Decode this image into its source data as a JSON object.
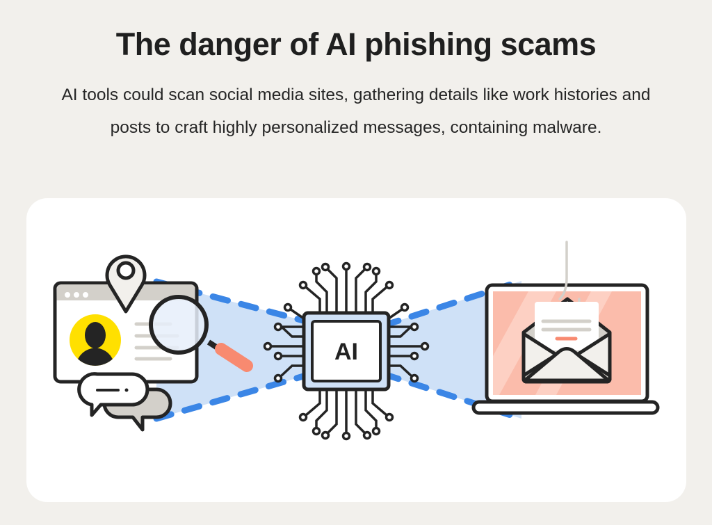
{
  "header": {
    "title": "The danger of AI phishing scams",
    "subtitle": "AI tools could scan social media sites, gathering details like work histories and posts to craft highly personalized messages, containing malware."
  },
  "illustration": {
    "chip_label": "AI",
    "colors": {
      "background": "#f2f0ec",
      "card": "#ffffff",
      "outline": "#242424",
      "beam": "#cfe1f7",
      "dash": "#3b86e6",
      "avatar": "#ffe000",
      "handle": "#f88a70",
      "screen": "#fbbcab",
      "paper": "#f2f0ec",
      "gray": "#d3d0ca"
    }
  }
}
